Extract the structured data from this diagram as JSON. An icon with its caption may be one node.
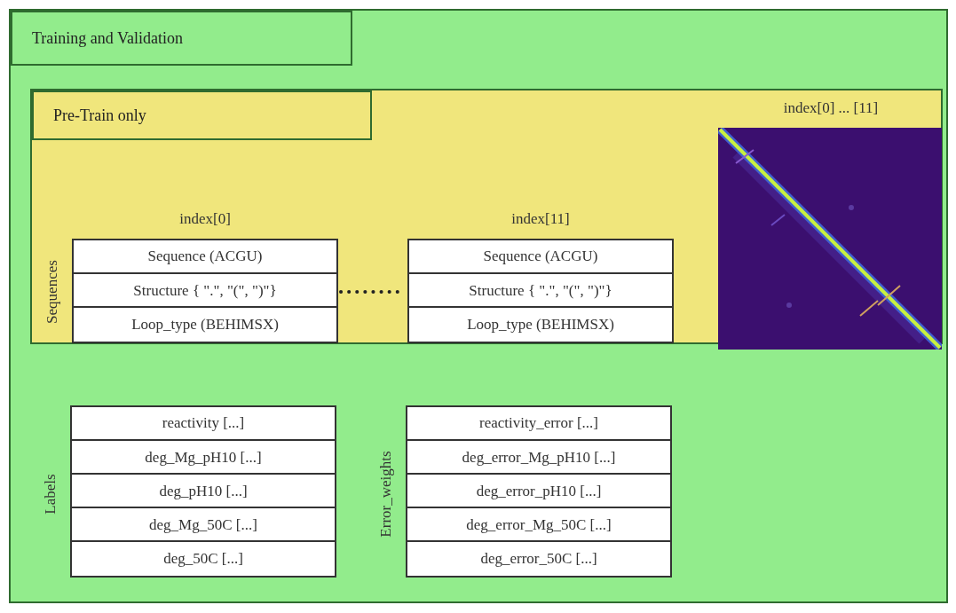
{
  "diagram": {
    "nodes": [
      {
        "text": [
          "Training and Validation"
        ]
      },
      {
        "text": [
          "Pre-Train only"
        ],
        "in": 0
      },
      {
        "text": [
          "index[0]"
        ],
        "beside": [
          "Sequences"
        ],
        "in": 1
      },
      {
        "text": [
          "Sequence (ACGU)"
        ],
        "in": 2
      },
      {
        "text": [
          "Structure { \".\", \"(\", \")\"}"
        ],
        "in": 2
      },
      {
        "text": [
          "Loop_type (BEHIMSX)"
        ],
        "in": 2
      },
      {
        "text": [
          "index[11]"
        ],
        "in": 1
      },
      {
        "text": [
          "Sequence (ACGU)"
        ],
        "in": 6
      },
      {
        "text": [
          "Structure { \".\", \"(\", \")\"}"
        ],
        "in": 6
      },
      {
        "text": [
          "Loop_type (BEHIMSX)"
        ],
        "in": 6
      },
      {
        "text": [
          "index[0] ... [11]"
        ],
        "in": 1
      },
      {
        "text": [
          "Labels"
        ],
        "in": 0
      },
      {
        "text": [
          "reactivity [...]"
        ],
        "in": 11
      },
      {
        "text": [
          "deg_Mg_pH10 [...]"
        ],
        "in": 11
      },
      {
        "text": [
          "deg_pH10 [...]"
        ],
        "in": 11
      },
      {
        "text": [
          "deg_Mg_50C [...]"
        ],
        "in": 11
      },
      {
        "text": [
          "deg_50C [...]"
        ],
        "in": 11
      },
      {
        "text": [
          "Error_weights"
        ],
        "in": 0
      },
      {
        "text": [
          "reactivity_error [...]"
        ],
        "in": 17
      },
      {
        "text": [
          "deg_error_Mg_pH10 [...]"
        ],
        "in": 17
      },
      {
        "text": [
          "deg_error_pH10 [...]"
        ],
        "in": 17
      },
      {
        "text": [
          "deg_error_Mg_50C [...]"
        ],
        "in": 17
      },
      {
        "text": [
          "deg_error_50C [...]"
        ],
        "in": 17
      }
    ],
    "edges": [
      {
        "from": 2,
        "to": 6,
        "arrow": "none",
        "style": "dashed"
      }
    ]
  }
}
